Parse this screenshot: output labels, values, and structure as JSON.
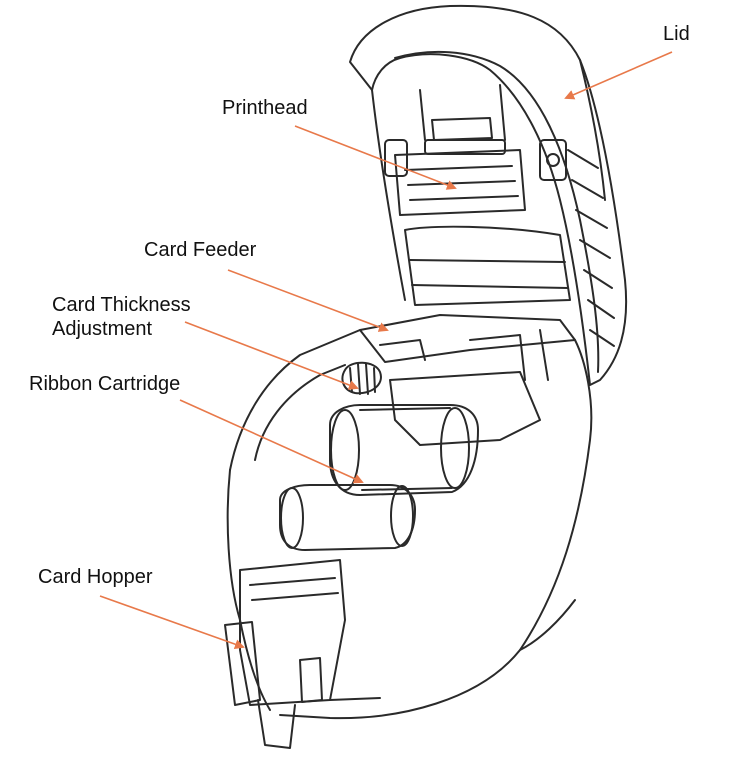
{
  "diagram": {
    "callouts": {
      "lid": "Lid",
      "printhead": "Printhead",
      "card_feeder": "Card Feeder",
      "card_thickness_line1": "Card Thickness",
      "card_thickness_line2": "Adjustment",
      "ribbon_cartridge": "Ribbon Cartridge",
      "card_hopper": "Card Hopper"
    },
    "colors": {
      "arrow": "#e8794a",
      "line_art": "#2a2a2a",
      "label_text": "#111111"
    }
  }
}
